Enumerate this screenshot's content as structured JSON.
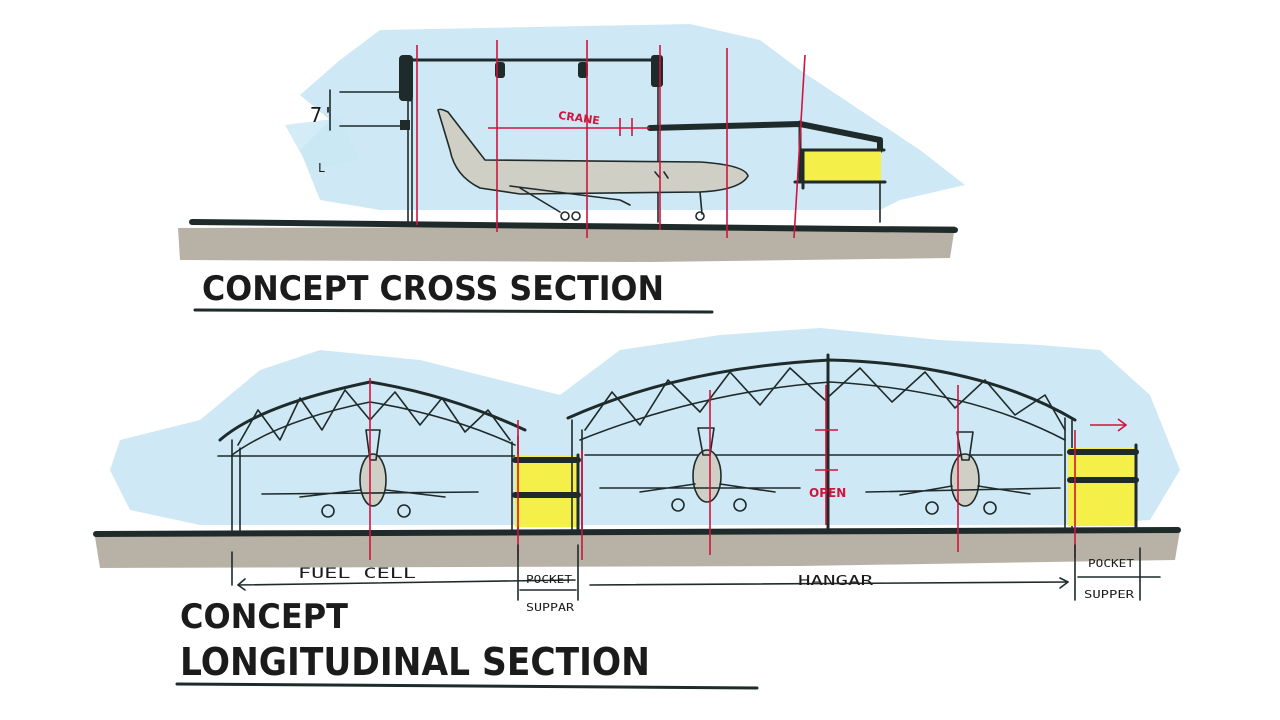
{
  "cross_section": {
    "title": "CONCEPT CROSS SECTION",
    "crane_label": "CRANE",
    "height_label": "7'",
    "side_mark": "L"
  },
  "longitudinal_section": {
    "title_line1": "CONCEPT",
    "title_line2": "LONGITUDINAL SECTION",
    "fuel_cell_label": "FUEL CELL",
    "hangar_label": "HANGAR",
    "open_label": "OPEN",
    "pocket_label_1a": "POCKET",
    "pocket_label_1b": "SUPPAR",
    "pocket_label_2a": "POCKET",
    "pocket_label_2b": "SUPPER"
  },
  "colors": {
    "sky": "#bfe3f3",
    "ground": "#b8b2a6",
    "highlight": "#f5ef4a",
    "aircraft": "#cfcfc6",
    "ink": "#1f2a2a",
    "accent_red": "#d0143c"
  }
}
